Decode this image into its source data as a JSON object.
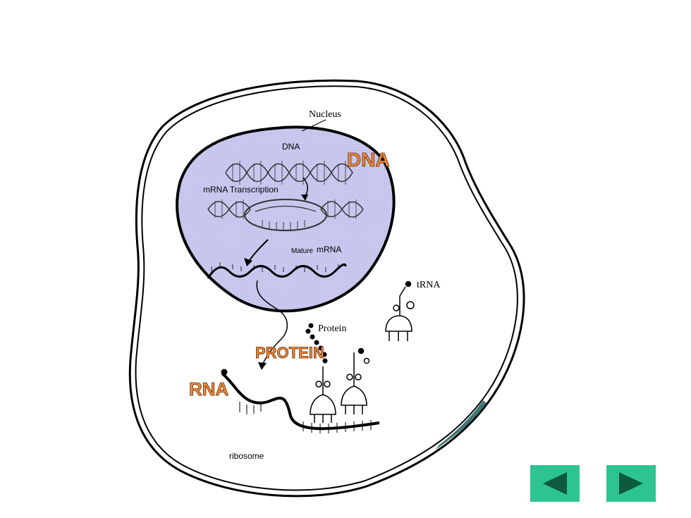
{
  "diagram": {
    "labels": {
      "nucleus": "Nucleus",
      "dna_small": "DNA",
      "dna_big": "DNA",
      "transcription": "mRNA Transcription",
      "mature_prefix": "Mature",
      "mature_mrna": "mRNA",
      "trna": "tRNA",
      "protein_small": "Protein",
      "protein_big": "PROTEIN",
      "rna_big": "RNA",
      "ribosome": "ribosome"
    }
  },
  "navigation": {
    "prev_icon": "triangle-left",
    "next_icon": "triangle-right",
    "button_color": "#2ec48f",
    "arrow_color": "#0d5a3c"
  },
  "colors": {
    "nucleus_fill": "#c8c8ef",
    "label_orange": "#f28a3c"
  }
}
